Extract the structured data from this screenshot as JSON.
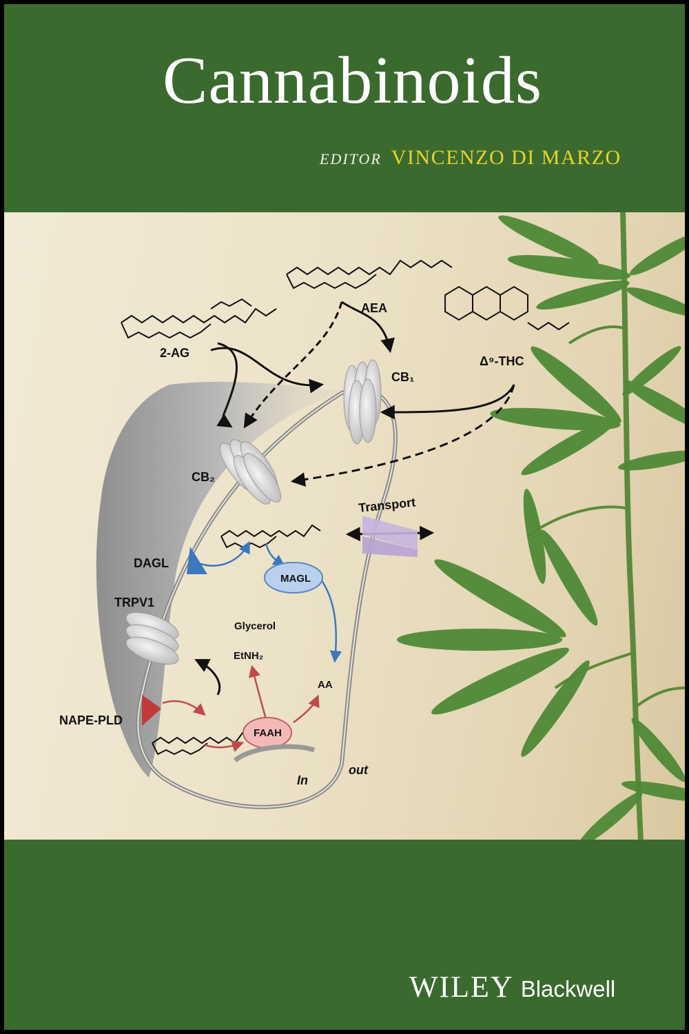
{
  "cover": {
    "title": "Cannabinoids",
    "editor_label": "EDITOR",
    "editor_name": "VINCENZO DI MARZO",
    "publisher_wiley": "WILEY",
    "publisher_imprint": "Blackwell"
  },
  "diagram": {
    "labels": {
      "two_ag": "2-AG",
      "aea": "AEA",
      "thc": "Δ⁹-THC",
      "cb1": "CB₁",
      "cb2": "CB₂",
      "transport": "Transport",
      "dagl": "DAGL",
      "trpv1": "TRPV1",
      "magl": "MAGL",
      "glycerol": "Glycerol",
      "etnh2": "EtNH₂",
      "aa": "AA",
      "nape_pld": "NAPE-PLD",
      "faah": "FAAH",
      "in": "In",
      "out": "out"
    }
  },
  "colors": {
    "green": "#3b6a2f",
    "editor_gold": "#e8d42a",
    "dagl_blue": "#3a78c0",
    "nape_red": "#c03a3a",
    "magl_fill": "#b9d1ef",
    "faah_fill": "#f3b9b9",
    "transport_fill": "#c8b4e0",
    "leaf_green": "#4f8a36"
  }
}
